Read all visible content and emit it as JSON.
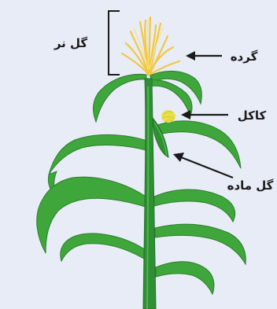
{
  "labels": {
    "male_flower": "گل نر",
    "pollen": "گرده",
    "silk": "کاکل",
    "female_flower": "گل ماده"
  },
  "colors": {
    "background": "#e8ecf6",
    "leaf": "#3fa63b",
    "leaf_dark": "#2a7f2c",
    "stem": "#2f8f34",
    "tassel": "#f2c744",
    "silk": "#e8e04a"
  }
}
